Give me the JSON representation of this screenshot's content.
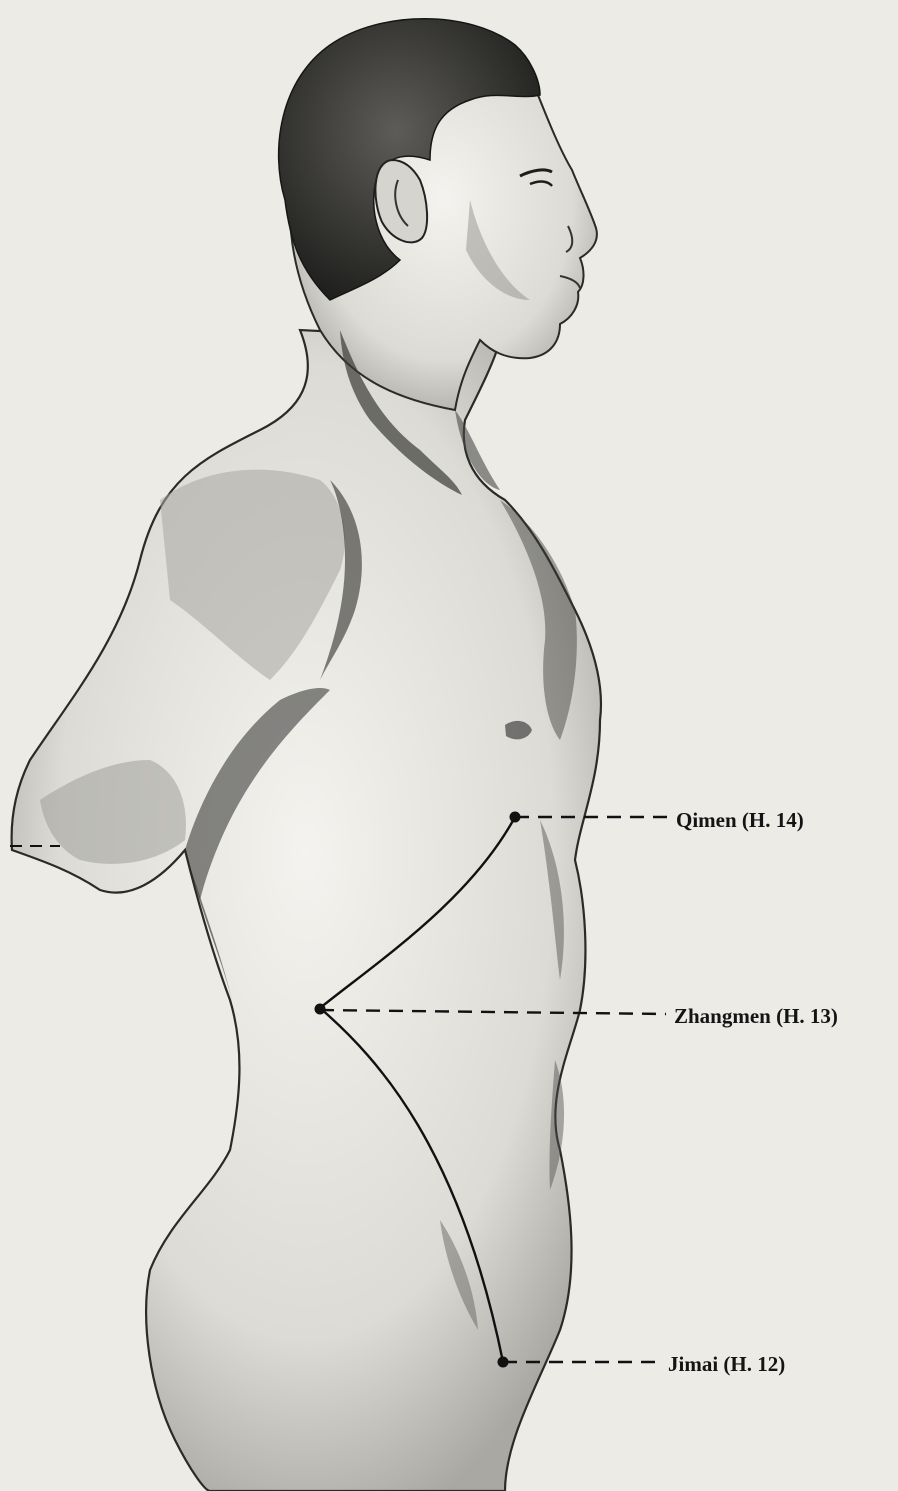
{
  "points": [
    {
      "id": "qimen",
      "label": "Qimen (H. 14)"
    },
    {
      "id": "zhangmen",
      "label": "Zhangmen (H. 13)"
    },
    {
      "id": "jimai",
      "label": "Jimai (H. 12)"
    }
  ],
  "colors": {
    "paper": "#ecebe6",
    "ink": "#141414",
    "shade": "#6b6b66"
  }
}
